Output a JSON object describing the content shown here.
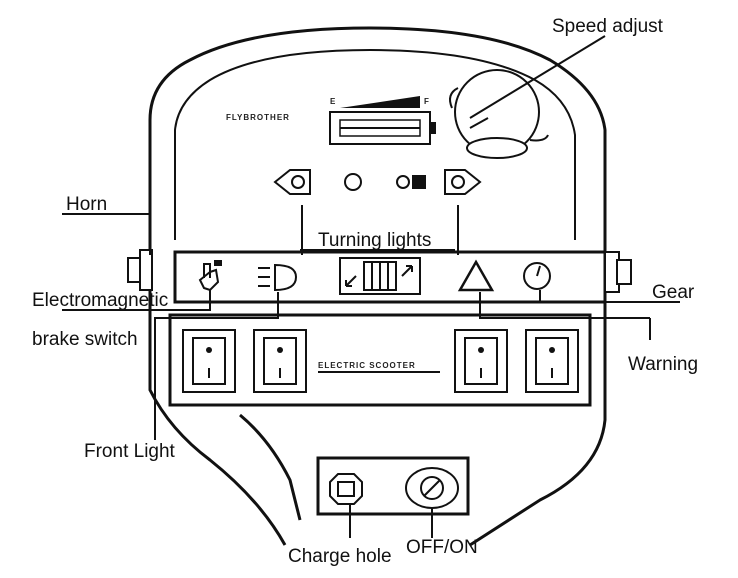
{
  "labels": {
    "speed_adjust": "Speed adjust",
    "horn": "Horn",
    "turning_lights": "Turning lights",
    "gear": "Gear",
    "brake_line1": "Electromagnetic",
    "brake_line2": "brake switch",
    "warning": "Warning",
    "front_light": "Front Light",
    "charge_hole": "Charge hole",
    "off_on": "OFF/ON"
  },
  "panel": {
    "brand": "FLYBROTHER",
    "model": "ELECTRIC SCOOTER",
    "battery_empty": "E",
    "battery_full": "F"
  }
}
